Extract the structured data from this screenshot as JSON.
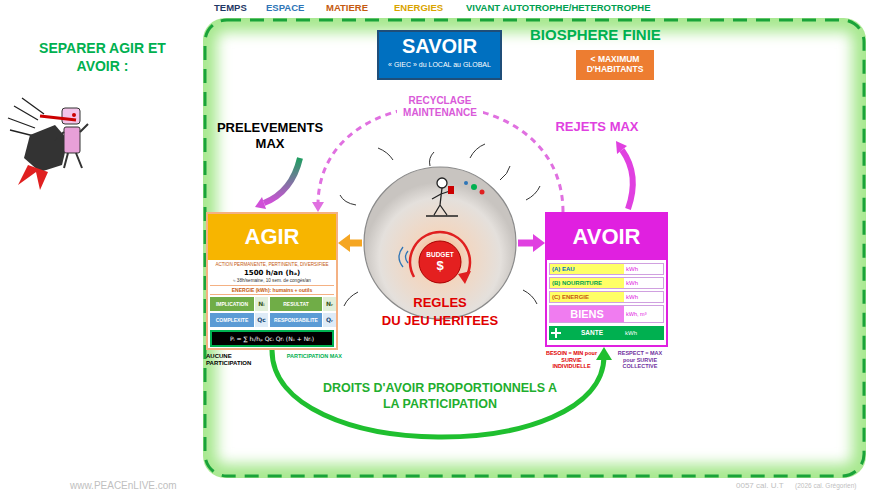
{
  "diagram": {
    "title": "SEPARER AGIR ET AVOIR :",
    "nodes": [
      {
        "text": [
          "BIOSPHERE FINIE"
        ]
      },
      {
        "text": [
          "SAVOIR",
          "« GIEC » du LOCAL au GLOBAL"
        ],
        "in": 0
      },
      {
        "text": [
          "< MAXIMUM D'HABITANTS"
        ],
        "in": 0
      },
      {
        "text": [
          "AGIR",
          "ACTION PERMANENTE, PERTINENTE, DIVERSIFIEE",
          "1500 h/an (hₐ)",
          "≈ 38h/semaine, 10 sem. de congés/an",
          "ENERGIE (kWh): humains + outils"
        ],
        "in": 0
      },
      {
        "text": [
          "IMPLICATION",
          "Nᵢ"
        ],
        "in": 3
      },
      {
        "text": [
          "RESULTAT",
          "Nᵣ"
        ],
        "in": 3
      },
      {
        "text": [
          "COMPLEXITE",
          "Qc"
        ],
        "in": 3
      },
      {
        "text": [
          "RESPONSABILITE",
          "Qᵣ"
        ],
        "in": 3
      },
      {
        "text": [
          "Pᵢ = ∑ hᵢ/hₚ Qcᵢ Qrᵢ (Nᵢᵢ + Nrᵢ)"
        ],
        "in": 3
      },
      {
        "text": [
          "REGLES",
          "DU JEU HERITEES"
        ],
        "in": 0
      },
      {
        "text": [
          "BUDGET",
          "$"
        ],
        "in": 9
      },
      {
        "text": [
          "AVOIR"
        ],
        "in": 0
      },
      {
        "text": [
          "(A) EAU",
          "kWh"
        ],
        "in": 11
      },
      {
        "text": [
          "(B) NOURRITURE",
          "kWh"
        ],
        "in": 11
      },
      {
        "text": [
          "(C) ENERGIE",
          "kWh"
        ],
        "in": 11
      },
      {
        "text": [
          "BIENS",
          "kWh, m³"
        ],
        "in": 11
      },
      {
        "text": [
          "SANTE",
          "kWh"
        ],
        "in": 11
      }
    ],
    "edges": [
      {
        "from": 9,
        "to": 3,
        "arrow": "to"
      },
      {
        "from": 9,
        "to": 11,
        "arrow": "to"
      },
      {
        "from": 3,
        "to": 11,
        "label": "DROITS D'AVOIR PROPORTIONNELS A LA PARTICIPATION",
        "arrow": "to"
      },
      {
        "from": 11,
        "to": 3,
        "label": "RECYCLAGE MAINTENANCE",
        "arrow": "to"
      }
    ],
    "labels": [
      "TEMPS",
      "ESPACE",
      "MATIERE",
      "ENERGIES",
      "VIVANT AUTOTROPHE/HETEROTROPHE",
      "PRELEVEMENTS MAX",
      "REJETS MAX",
      "AUCUNE PARTICIPATION",
      "PARTICIPATION MAX",
      "BESOIN = MIN pour SURVIE INDIVIDUELLE",
      "RESPECT = MAX pour SURVIE COLLECTIVE",
      "www.PEACEnLIVE.com",
      "0057 cal. U.T",
      "(2026 cal. Grégorien)"
    ]
  }
}
